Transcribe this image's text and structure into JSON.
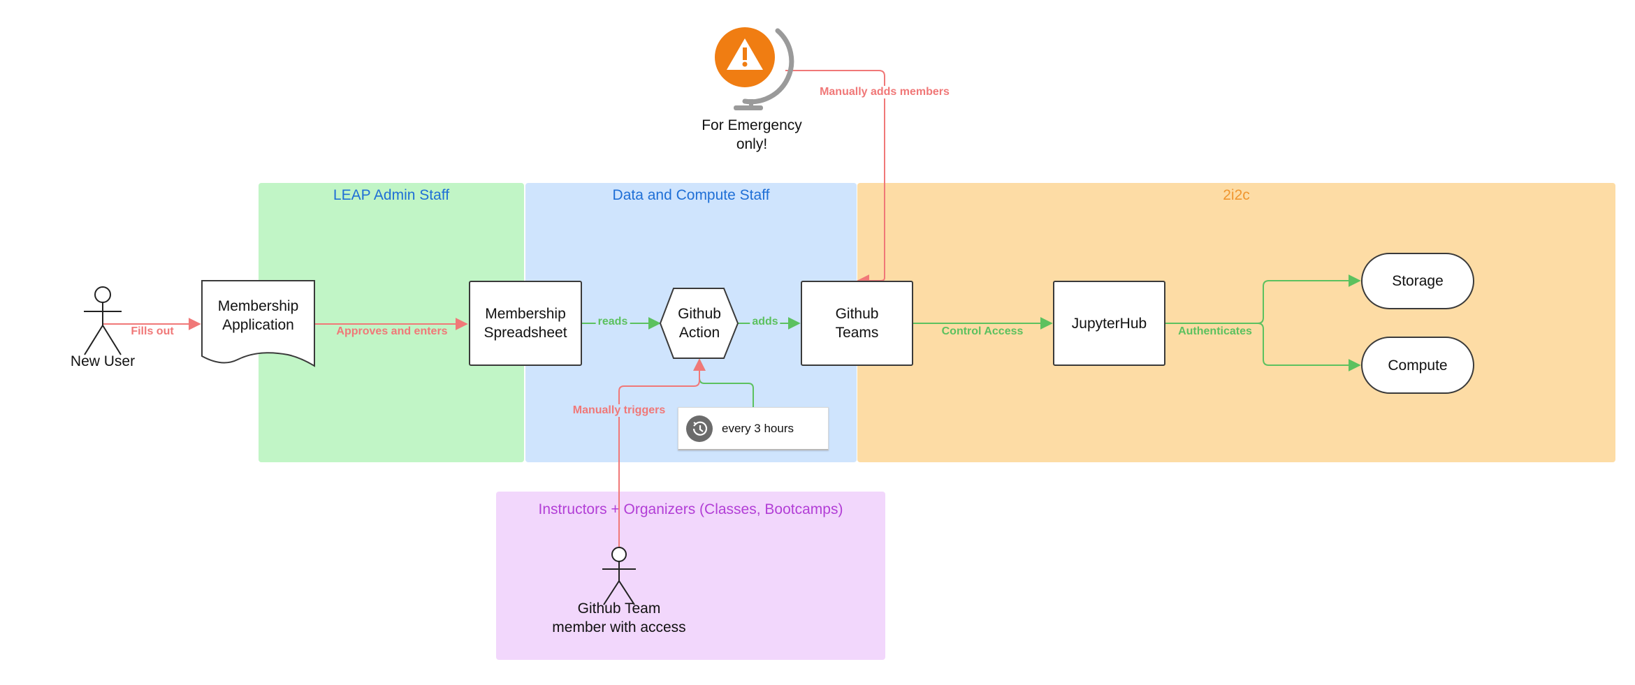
{
  "colors": {
    "red": "#f07878",
    "green": "#5cc15f",
    "zone_admin": "#c1f5c6",
    "zone_staff": "#cfe4fd",
    "zone_2i2c": "#fddca5",
    "zone_instructors": "#f2d7fc",
    "title_blue": "#1f6fd6",
    "title_orange": "#f0962f",
    "title_purple": "#b23ed6",
    "emergency_orange": "#f07d12"
  },
  "zones": {
    "admin": "LEAP Admin Staff",
    "staff": "Data and Compute Staff",
    "provider": "2i2c",
    "instructors": "Instructors + Organizers (Classes, Bootcamps)"
  },
  "actors": {
    "new_user": "New User",
    "team_member": "Github Team\nmember with access"
  },
  "nodes": {
    "application": "Membership\nApplication",
    "spreadsheet": "Membership\nSpreadsheet",
    "action": "Github\nAction",
    "teams": "Github\nTeams",
    "jupyterhub": "JupyterHub",
    "storage": "Storage",
    "compute": "Compute",
    "emergency": "For Emergency\nonly!",
    "schedule": "every 3 hours"
  },
  "edges": {
    "fills_out": "Fills out",
    "approves": "Approves and enters",
    "reads": "reads",
    "adds": "adds",
    "control": "Control Access",
    "authenticates": "Authenticates",
    "manually_triggers": "Manually triggers",
    "manually_adds": "Manually adds members"
  },
  "icons": {
    "emergency": "warning-globe-icon",
    "schedule": "clock-history-icon",
    "actor": "stick-figure-icon"
  }
}
